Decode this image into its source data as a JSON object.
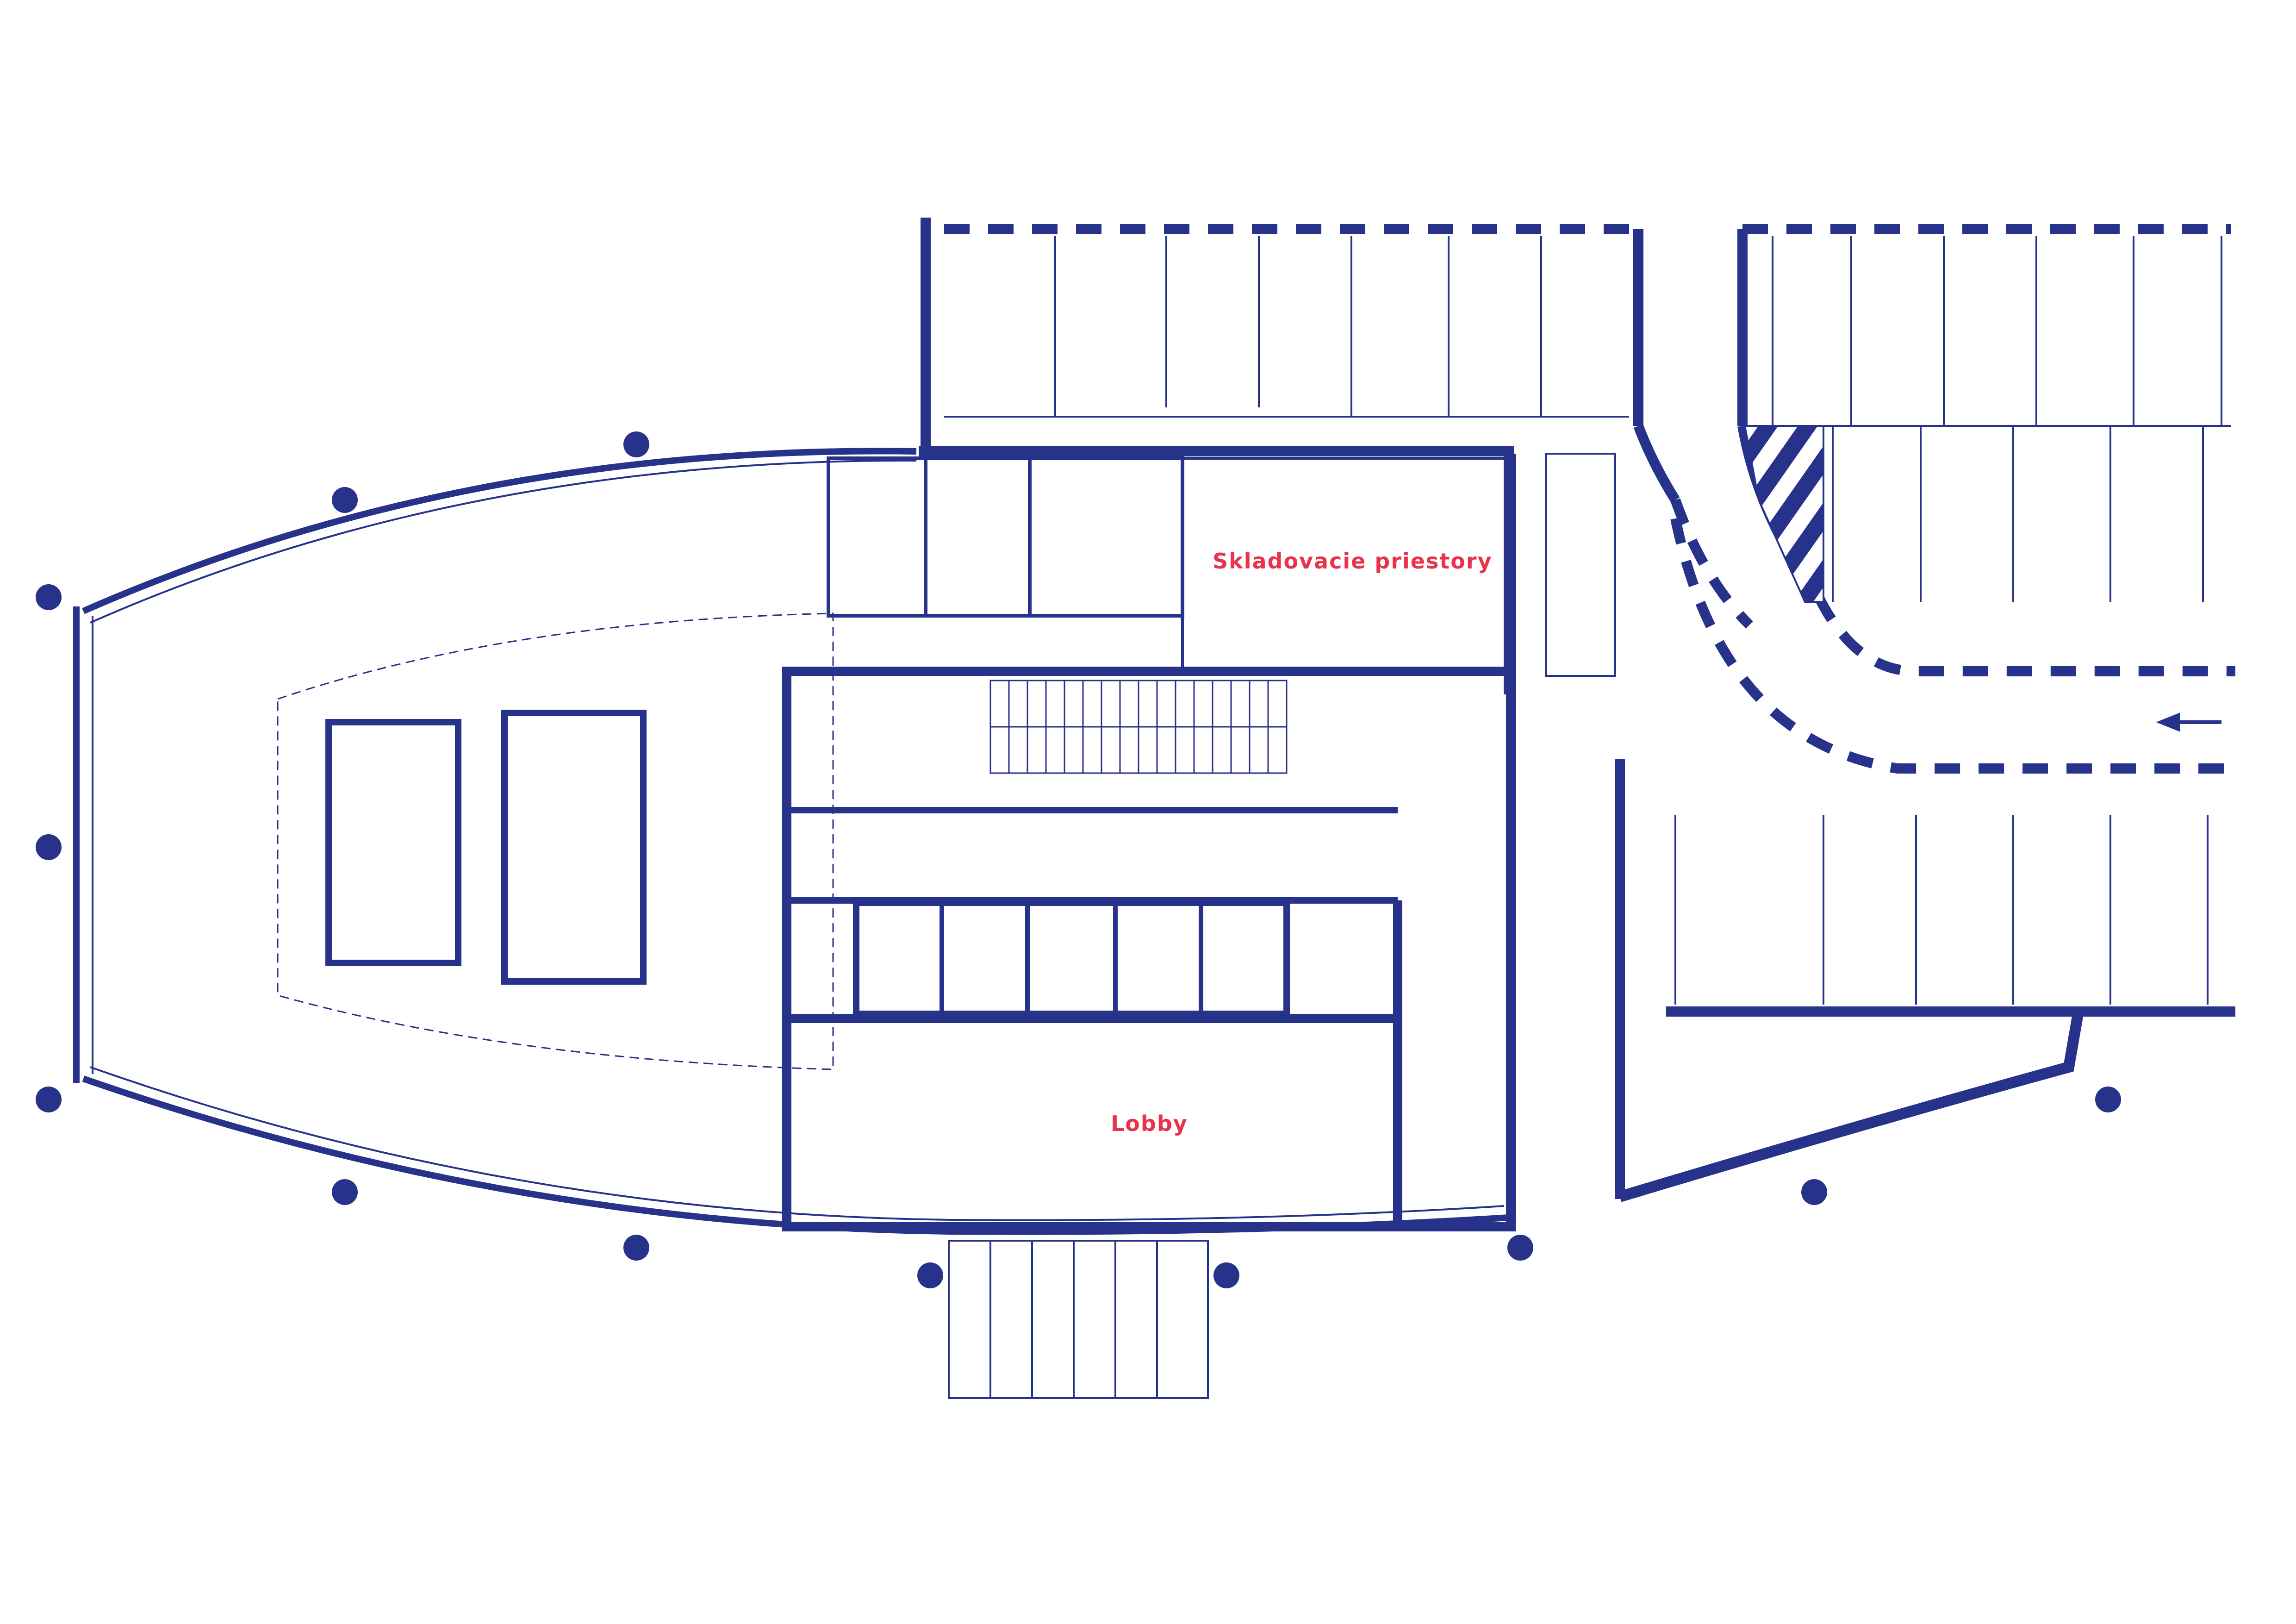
{
  "labels": {
    "storage": "Skladovacie priestory",
    "lobby": "Lobby"
  },
  "colors": {
    "line": "#27328a",
    "label": "#e8334a",
    "background": "#ffffff"
  },
  "icons": {
    "column": "column-dot",
    "entry_direction": "arrow-left-icon",
    "hatch": "hatched-no-parking"
  }
}
